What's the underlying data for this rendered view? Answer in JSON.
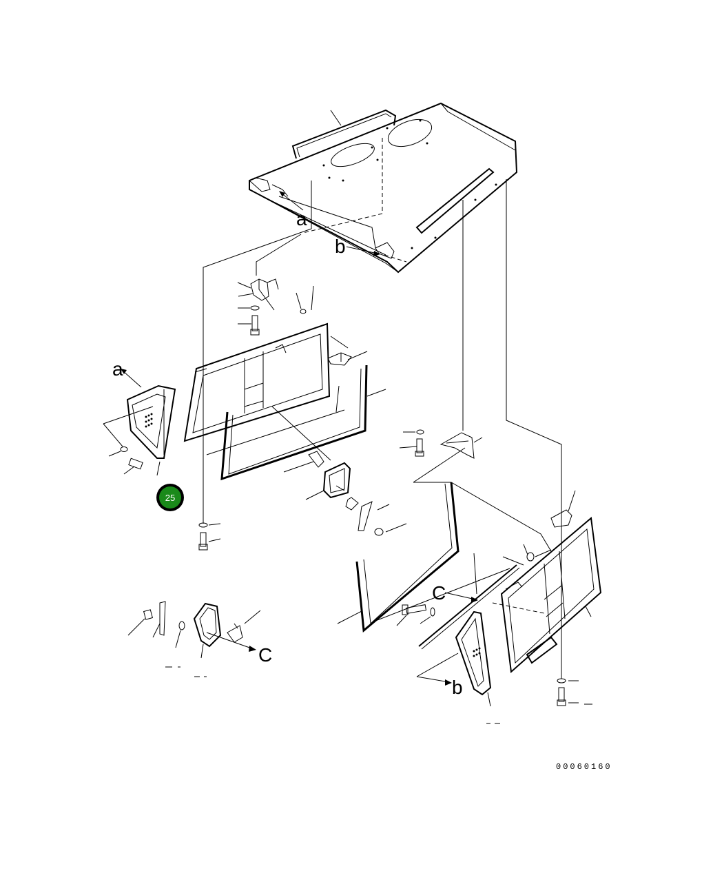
{
  "callouts": {
    "a": "a",
    "b": "b",
    "c": "C"
  },
  "badge": {
    "label": "25",
    "color": "#1a8a1a",
    "ring_color": "#000000"
  },
  "drawing_code": "00060160",
  "colors": {
    "line": "#000000",
    "background": "#ffffff"
  }
}
